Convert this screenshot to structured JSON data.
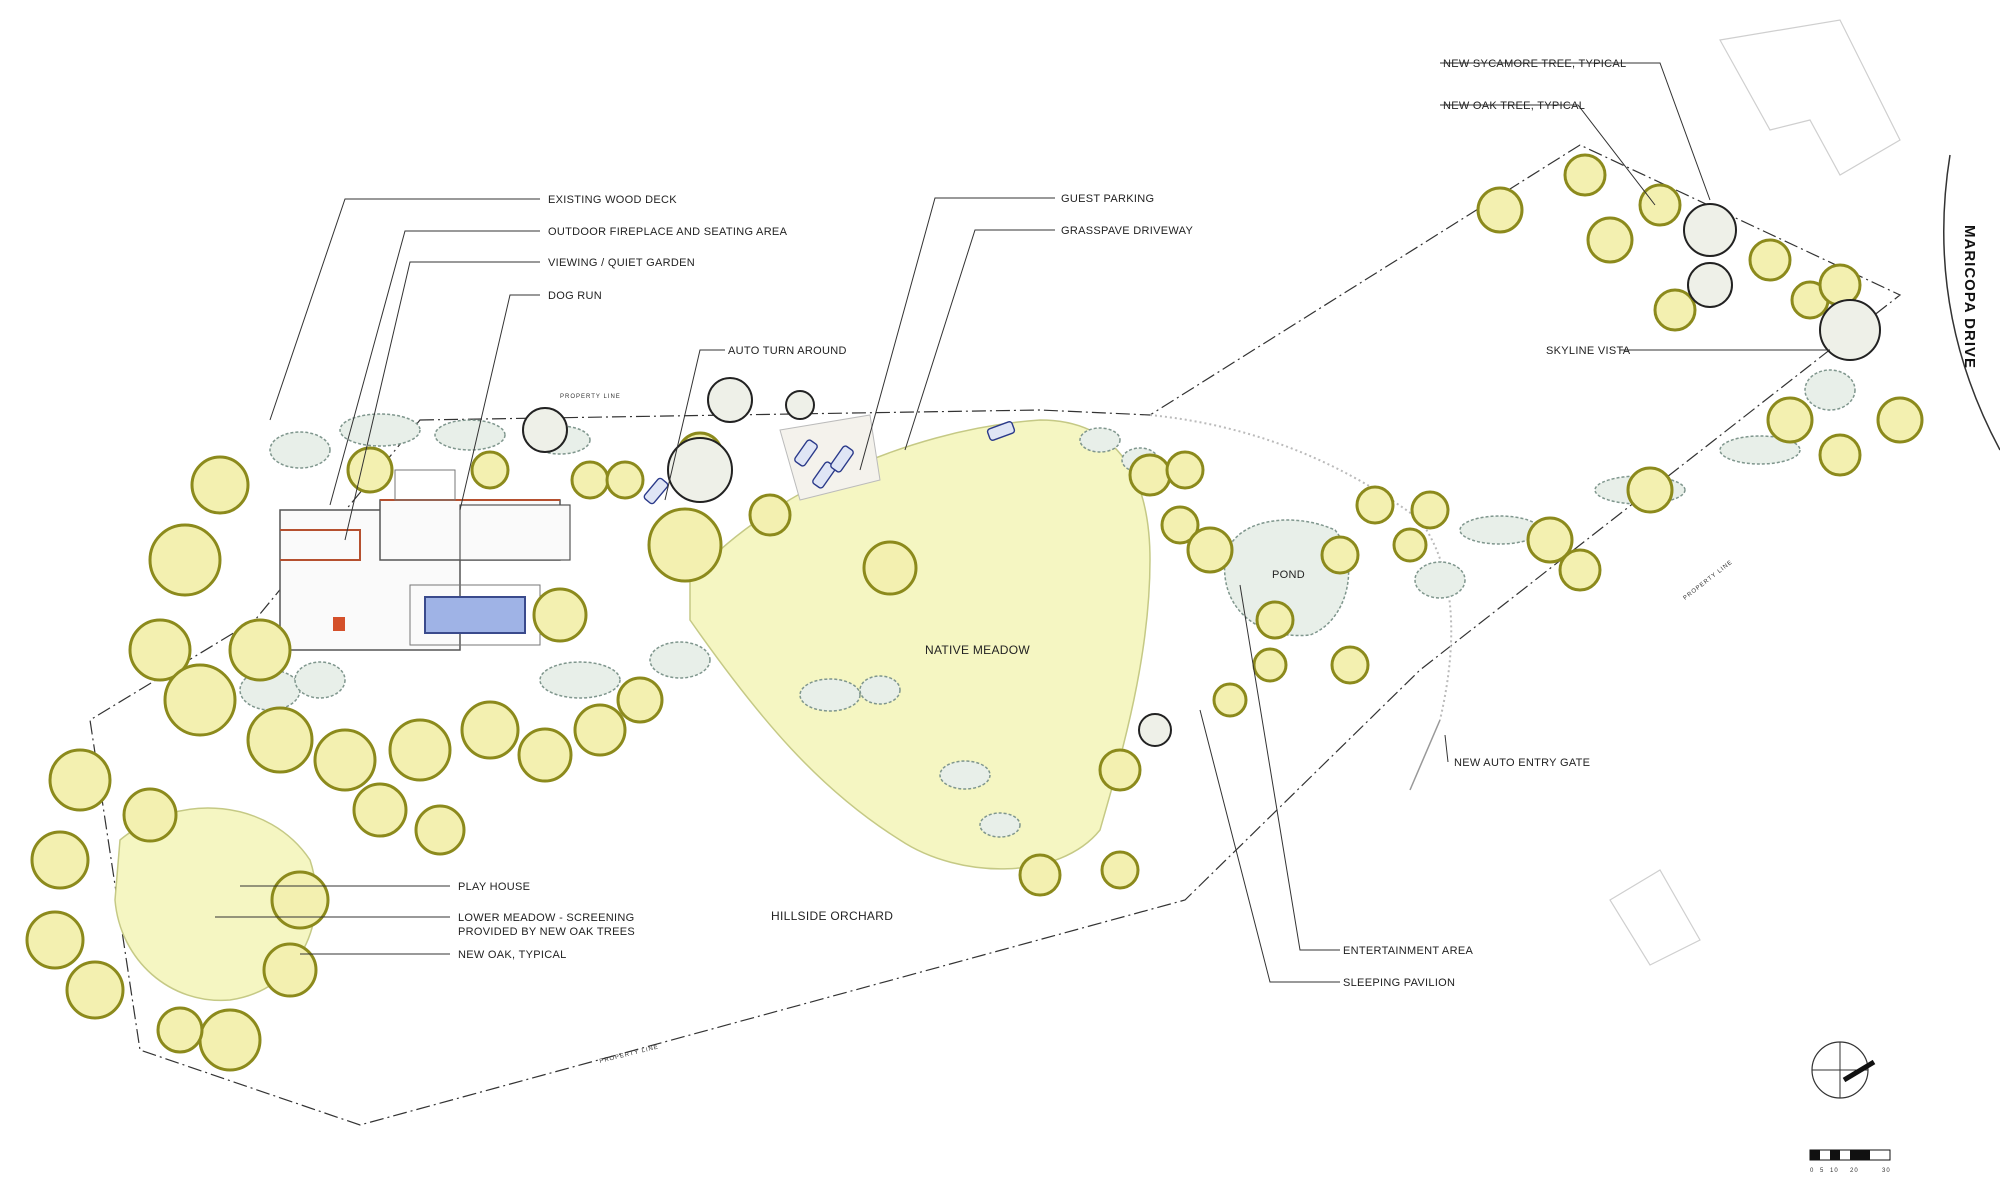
{
  "labels": {
    "existing_wood_deck": "EXISTING WOOD DECK",
    "outdoor_fireplace": "OUTDOOR FIREPLACE AND SEATING AREA",
    "viewing_garden": "VIEWING / QUIET GARDEN",
    "dog_run": "DOG RUN",
    "auto_turn_around": "AUTO TURN AROUND",
    "guest_parking": "GUEST PARKING",
    "grasspave_driveway": "GRASSPAVE DRIVEWAY",
    "new_sycamore": "NEW SYCAMORE TREE, TYPICAL",
    "new_oak_tree": "NEW OAK TREE, TYPICAL",
    "skyline_vista": "SKYLINE VISTA",
    "maricopa_drive": "MARICOPA DRIVE",
    "native_meadow": "NATIVE MEADOW",
    "pond": "POND",
    "new_auto_entry_gate": "NEW AUTO ENTRY GATE",
    "play_house": "PLAY HOUSE",
    "lower_meadow_1": "LOWER MEADOW - SCREENING",
    "lower_meadow_2": "PROVIDED BY NEW OAK TREES",
    "new_oak_typical": "NEW OAK, TYPICAL",
    "hillside_orchard": "HILLSIDE ORCHARD",
    "entertainment_area": "ENTERTAINMENT AREA",
    "sleeping_pavilion": "SLEEPING PAVILION",
    "property_line": "PROPERTY LINE"
  },
  "scale_bar": {
    "ticks": [
      "0",
      "5",
      "10",
      "20",
      "30"
    ]
  },
  "colors": {
    "tree_fill": "#f3f0b0",
    "tree_outline": "#8c8a1c",
    "meadow": "#f5f6c2",
    "pond": "#c9d3ef",
    "pool": "#9fb3e6",
    "building_trim": "#b5502f"
  }
}
